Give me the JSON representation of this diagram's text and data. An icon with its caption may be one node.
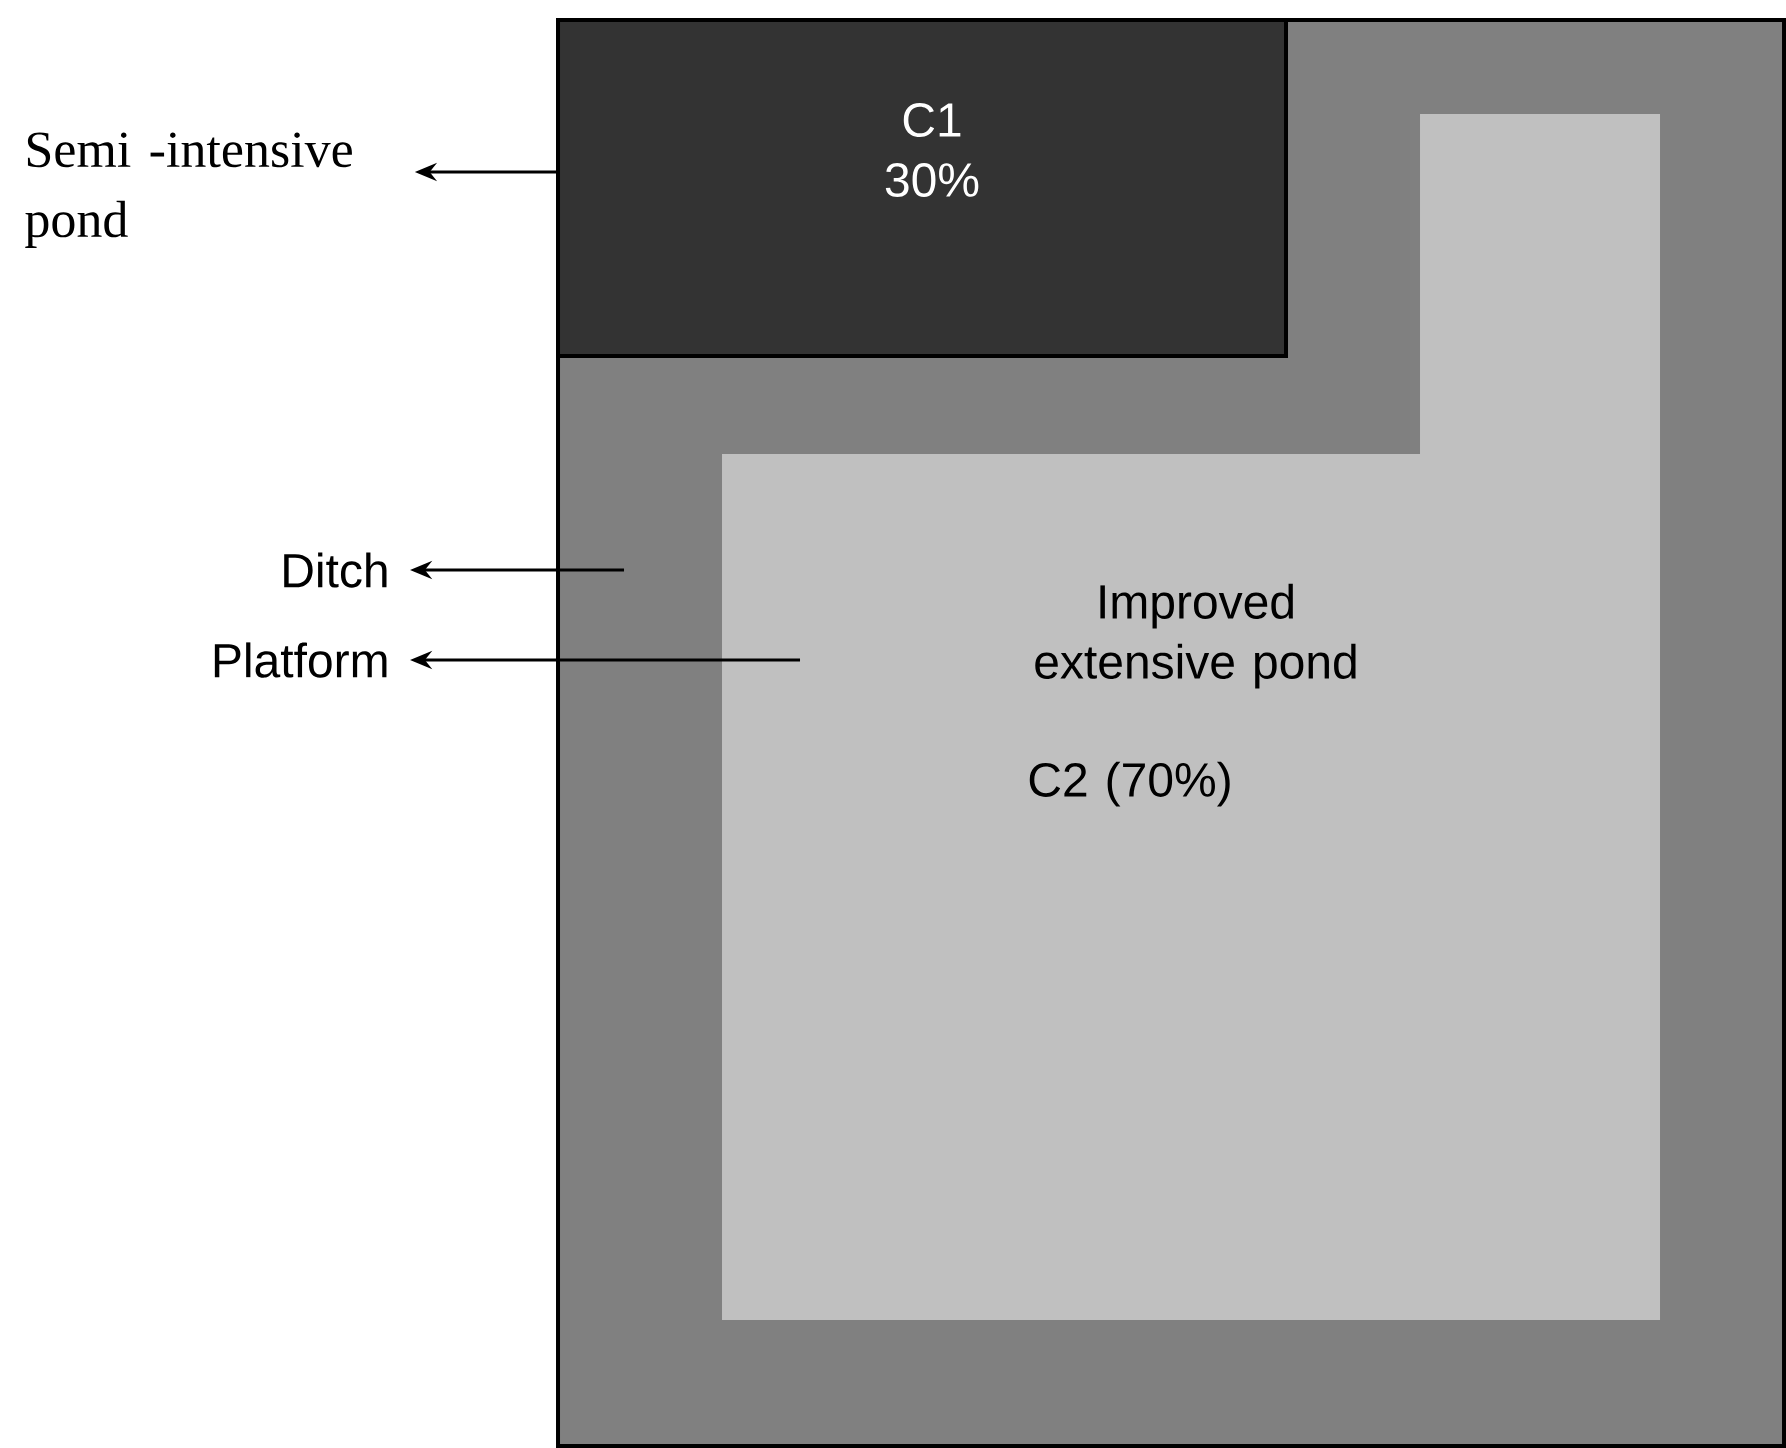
{
  "diagram": {
    "nodes": [
      {
        "text": [],
        "shape": "box"
      },
      {
        "text": [
          "C1 30%"
        ],
        "in": 0
      },
      {
        "text": [
          "Improved extensive pond",
          "C2 (70%)"
        ],
        "in": 0
      },
      {
        "text": [
          "Semi -intensive pond"
        ]
      },
      {
        "text": [
          "Ditch"
        ]
      },
      {
        "text": [
          "Platform"
        ]
      }
    ],
    "edges": [
      {
        "from": 1,
        "to": 3,
        "arrow": "to"
      },
      {
        "from": 0,
        "to": 4,
        "arrow": "to"
      },
      {
        "from": 2,
        "to": 5,
        "arrow": "to"
      }
    ]
  }
}
